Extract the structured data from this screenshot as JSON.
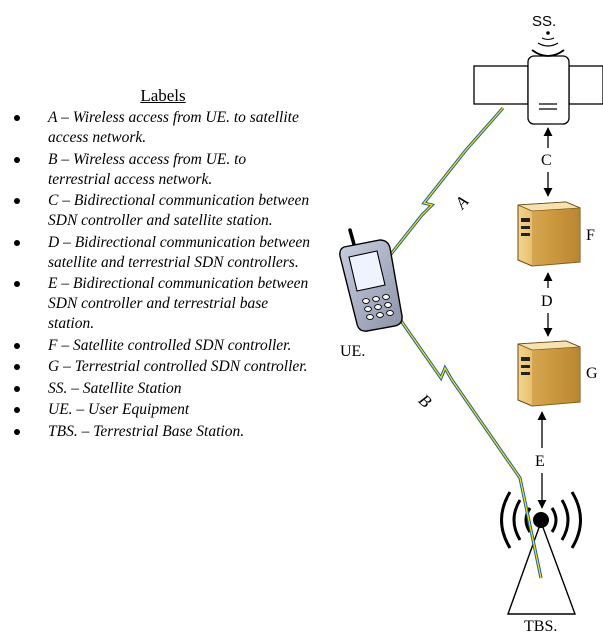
{
  "legend": {
    "title": "Labels",
    "items": [
      "A – Wireless access from UE. to satellite access network.",
      "B – Wireless access from UE. to terrestrial access network.",
      "C – Bidirectional communication between SDN controller and satellite station.",
      "D – Bidirectional communication between satellite and terrestrial SDN controllers.",
      "E – Bidirectional communication between SDN controller and terrestrial base station.",
      "F – Satellite controlled SDN controller.",
      "G – Terrestrial controlled SDN controller.",
      "SS. – Satellite Station",
      "UE. – User Equipment",
      "TBS. – Terrestrial Base Station."
    ]
  },
  "nodes": {
    "satellite": "SS.",
    "user_equipment": "UE.",
    "controller_f": "F",
    "controller_g": "G",
    "base_station": "TBS."
  },
  "links": {
    "a": "A",
    "b": "B",
    "c": "C",
    "d": "D",
    "e": "E"
  },
  "colors": {
    "link_blue": "#1f5fa6",
    "link_yellow": "#f2e600",
    "server_gold": "#d8a64a"
  }
}
